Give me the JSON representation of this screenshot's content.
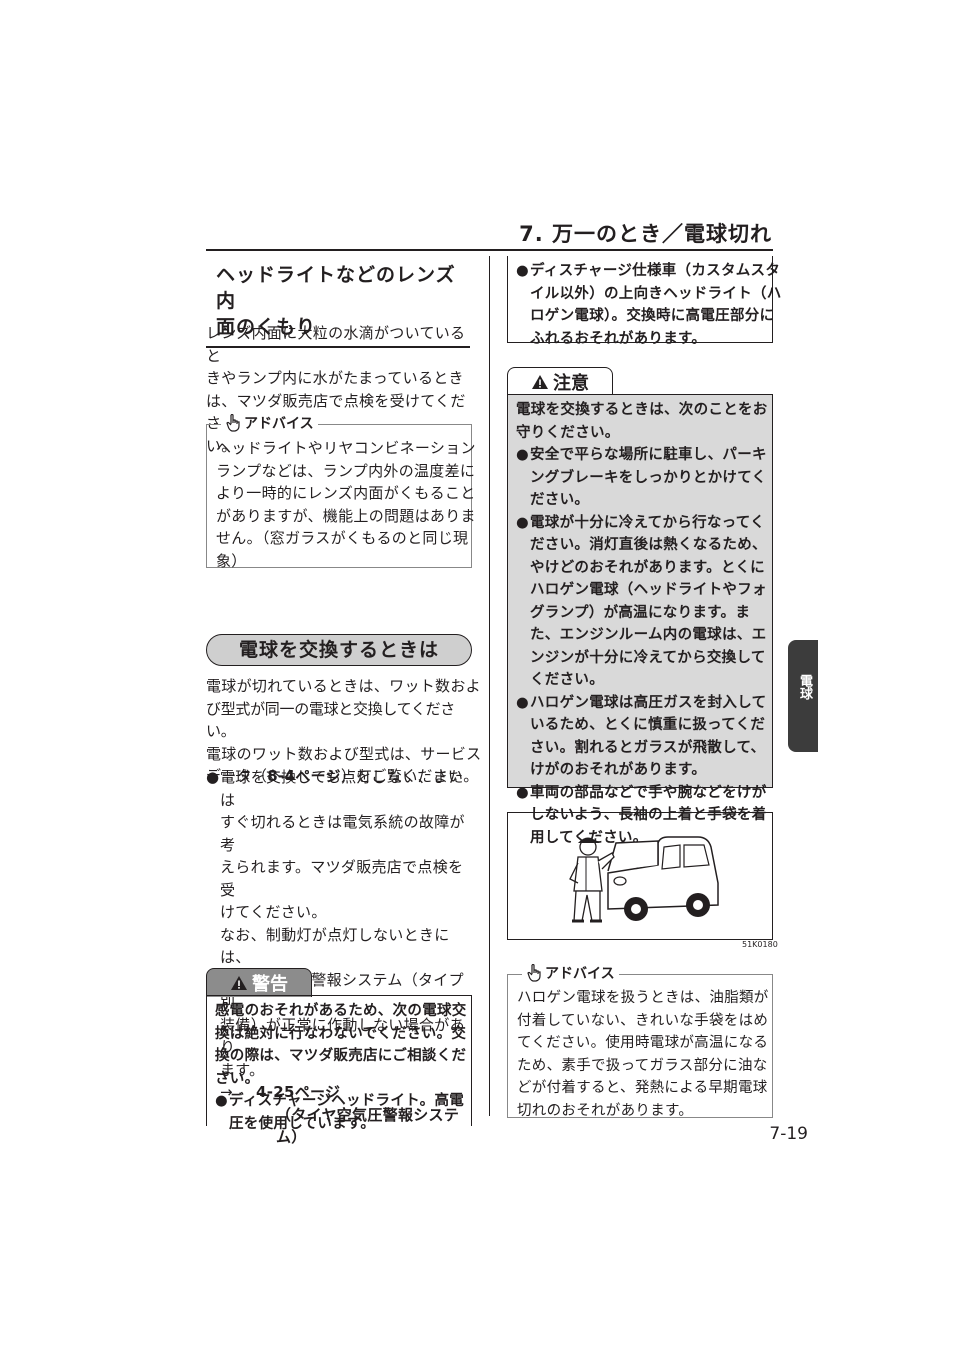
{
  "header": {
    "title": "7. 万一のとき／電球切れ"
  },
  "section1": {
    "heading_line1": "ヘッドライトなどのレンズ内",
    "heading_line2": "面のくもり",
    "body_lines": [
      "レンズ内面に大粒の水滴がついていると",
      "きやランプ内に水がたまっているとき",
      "は、マツダ販売店で点検を受けてくださ",
      "い。"
    ],
    "advice": {
      "title": "アドバイス",
      "lines": [
        "ヘッドライトやリヤコンビネーション",
        "ランプなどは、ランプ内外の温度差に",
        "より一時的にレンズ内面がくもること",
        "がありますが、機能上の問題はありま",
        "せん。（窓ガラスがくもるのと同じ現",
        "象）"
      ]
    }
  },
  "section2": {
    "pill": "電球を交換するときは",
    "body_lines": [
      "電球が切れているときは、ワット数およ",
      "び型式が同一の電球と交換してください。",
      "電球のワット数および型式は、サービス"
    ],
    "ref_prefix": "データ（",
    "ref_bold": "8-4ページ",
    "ref_suffix": "）をご覧ください。",
    "bullet_lines": [
      "電球を交換しても点灯しない、または",
      "すぐ切れるときは電気系統の故障が考",
      "えられます。マツダ販売店で点検を受",
      "けてください。",
      "なお、制動灯が点灯しないときには、",
      "タイヤ空気圧警報システム（タイプ別",
      "装備）が正常に作動しない場合があり",
      "ます。"
    ],
    "arrow": "→",
    "ref_page": "4-25ページ",
    "ref_title": "（タイヤ空気圧警報システム）"
  },
  "warning": {
    "label": "警告",
    "lines": [
      "感電のおそれがあるため、次の電球交",
      "換は絶対に行なわないでください。交",
      "換の際は、マツダ販売店にご相談くだ",
      "さい。"
    ],
    "bullet_lines": [
      "ディスチャージヘッドライト。高電",
      "圧を使用しています。"
    ],
    "continued_lines": [
      "ディスチャージ仕様車（カスタムスタ",
      "イル以外）の上向きヘッドライト（ハ",
      "ロゲン電球）。交換時に高電圧部分に",
      "ふれるおそれがあります。"
    ]
  },
  "caution": {
    "label": "注意",
    "intro_lines": [
      "電球を交換するときは、次のことをお",
      "守りください。"
    ],
    "bullets": [
      [
        "安全で平らな場所に駐車し、パーキ",
        "ングブレーキをしっかりとかけてく",
        "ださい。"
      ],
      [
        "電球が十分に冷えてから行なってく",
        "ださい。消灯直後は熱くなるため、",
        "やけどのおそれがあります。とくに",
        "ハロゲン電球（ヘッドライトやフォ",
        "グランプ）が高温になります。ま",
        "た、エンジンルーム内の電球は、エ",
        "ンジンが十分に冷えてから交換して",
        "ください。"
      ],
      [
        "ハロゲン電球は高圧ガスを封入して",
        "いるため、とくに慎重に扱ってくだ",
        "さい。割れるとガラスが飛散して、",
        "けがのおそれがあります。"
      ],
      [
        "車両の部品などで手や腕などをけが",
        "しないよう、長袖の上着と手袋を着",
        "用してください。"
      ]
    ]
  },
  "figure": {
    "code": "51K0180"
  },
  "advice2": {
    "title": "アドバイス",
    "lines": [
      "ハロゲン電球を扱うときは、油脂類が",
      "付着していない、きれいな手袋をはめ",
      "てください。使用時電球が高温になる",
      "ため、素手で扱ってガラス部分に油な",
      "どが付着すると、発熱による早期電球",
      "切れのおそれがあります。"
    ]
  },
  "side_tab": {
    "label": "電球"
  },
  "page_number": "7-19",
  "colors": {
    "text": "#231f20",
    "pill_bg": "#cfcfcf",
    "warning_badge": "#8c8c8c",
    "caution_body": "#d9d9d9",
    "tab": "#3c3c3c"
  }
}
